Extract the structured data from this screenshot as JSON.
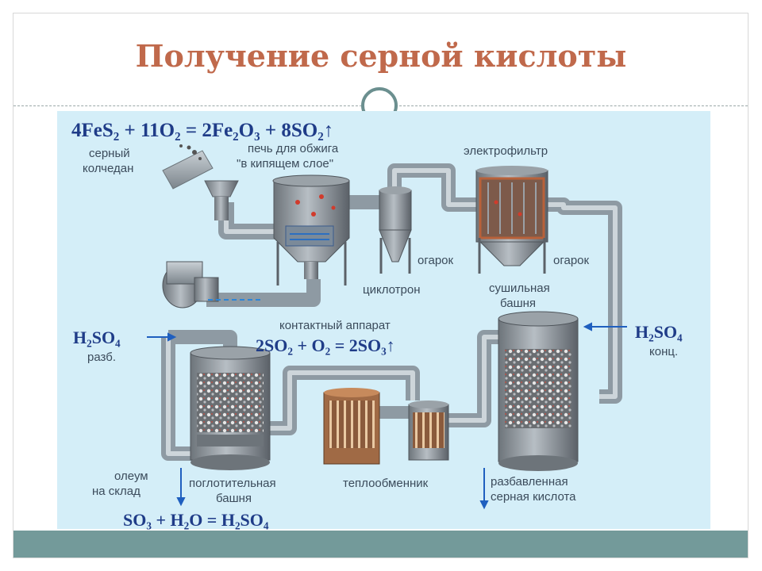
{
  "title": "Получение серной кислоты",
  "equations": {
    "roasting": "4FeS₂ + 11O₂ = 2Fe₂O₃ + 8SO₂↑",
    "contact": "2SO₂ + O₂ = 2SO₃↑",
    "absorption": "SO₃ + H₂O = H₂SO₄"
  },
  "labels": {
    "pyrite": [
      "серный",
      "колчедан"
    ],
    "furnace": [
      "печь для обжига",
      "\"в кипящем слое\""
    ],
    "electrofilter": "электрофильтр",
    "cinder_left": "огарок",
    "cinder_right": "огарок",
    "cyclotron": "циклотрон",
    "drying_tower": [
      "сушильная",
      "башня"
    ],
    "contact_apparatus": "контактный аппарат",
    "acid_dilute_formula": "H₂SO₄",
    "acid_dilute_note": "разб.",
    "acid_conc_formula": "H₂SO₄",
    "acid_conc_note": "конц.",
    "oleum": [
      "олеум",
      "на склад"
    ],
    "absorption_tower": [
      "поглотительная",
      "башня"
    ],
    "heat_exchanger": "теплообменник",
    "diluted_acid": [
      "разбавленная",
      "серная кислота"
    ]
  },
  "colors": {
    "title": "#c0694b",
    "equation": "#1f3c88",
    "panel": "#d4eef8",
    "footer": "#739a9a"
  }
}
